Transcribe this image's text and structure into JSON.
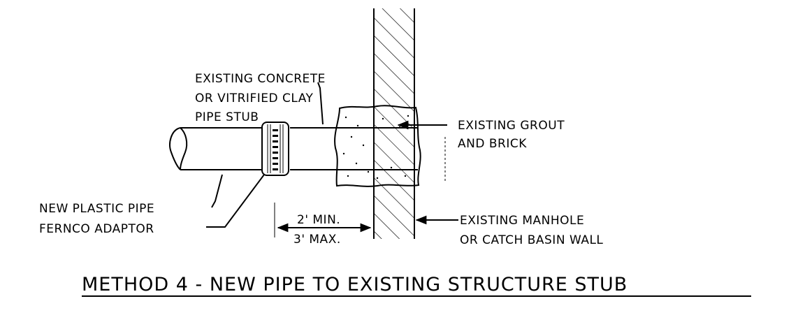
{
  "labels": {
    "pipe_stub_1": "EXISTING CONCRETE",
    "pipe_stub_2": "OR VITRIFIED CLAY",
    "pipe_stub_3": "PIPE STUB",
    "grout_1": "EXISTING GROUT",
    "grout_2": "AND BRICK",
    "new_pipe": "NEW PLASTIC PIPE",
    "adaptor": "FERNCO ADAPTOR",
    "min_dim": "2' MIN.",
    "max_dim": "3' MAX.",
    "manhole_1": "EXISTING MANHOLE",
    "manhole_2": "OR CATCH BASIN WALL"
  },
  "title": "METHOD 4 -  NEW PIPE TO EXISTING STRUCTURE STUB",
  "colors": {
    "line": "#000000",
    "background": "#ffffff"
  }
}
